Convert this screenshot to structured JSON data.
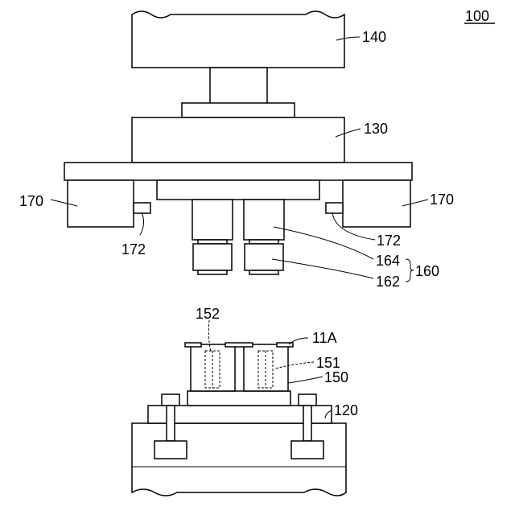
{
  "figure": {
    "ref": "100",
    "labels": {
      "l140": "140",
      "l130": "130",
      "l170_left": "170",
      "l170_right": "170",
      "l172_left": "172",
      "l172_right": "172",
      "l164": "164",
      "l162": "162",
      "l160": "160",
      "l152": "152",
      "l11a": "11A",
      "l151": "151",
      "l150": "150",
      "l120": "120"
    }
  }
}
